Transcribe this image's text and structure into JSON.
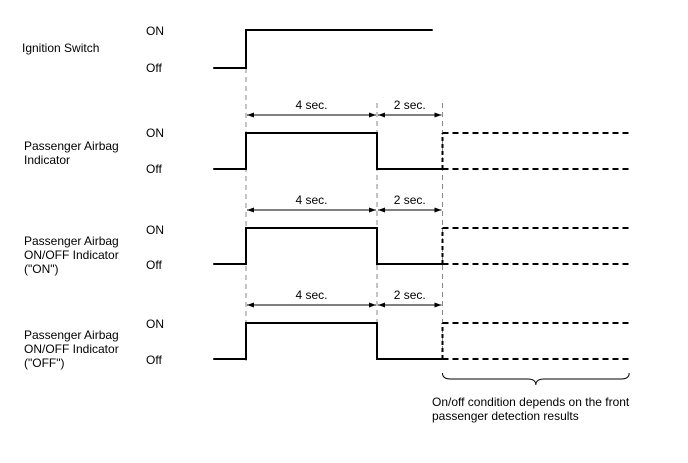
{
  "signals": [
    {
      "id": "ignition",
      "label_lines": [
        "Ignition Switch"
      ],
      "on_label": "ON",
      "off_label": "Off",
      "segments": [
        {
          "state": "off",
          "t0": -1.0,
          "t1": 0
        },
        {
          "state": "on",
          "t0": 0,
          "t1": 5.7
        }
      ],
      "undetermined_after": null
    },
    {
      "id": "passenger-airbag-indicator",
      "label_lines": [
        "Passenger Airbag",
        "Indicator"
      ],
      "on_label": "ON",
      "off_label": "Off",
      "segments": [
        {
          "state": "off",
          "t0": -1.0,
          "t1": 0
        },
        {
          "state": "on",
          "t0": 0,
          "t1": 4
        },
        {
          "state": "off",
          "t0": 4,
          "t1": 6
        }
      ],
      "undetermined_after": 6,
      "undetermined_end": 11.7
    },
    {
      "id": "on-off-indicator-on",
      "label_lines": [
        "Passenger Airbag",
        "ON/OFF Indicator",
        "(\"ON\")"
      ],
      "on_label": "ON",
      "off_label": "Off",
      "segments": [
        {
          "state": "off",
          "t0": -1.0,
          "t1": 0
        },
        {
          "state": "on",
          "t0": 0,
          "t1": 4
        },
        {
          "state": "off",
          "t0": 4,
          "t1": 6
        }
      ],
      "undetermined_after": 6,
      "undetermined_end": 11.7
    },
    {
      "id": "on-off-indicator-off",
      "label_lines": [
        "Passenger Airbag",
        "ON/OFF Indicator",
        "(\"OFF\")"
      ],
      "on_label": "ON",
      "off_label": "Off",
      "segments": [
        {
          "state": "off",
          "t0": -1.0,
          "t1": 0
        },
        {
          "state": "on",
          "t0": 0,
          "t1": 4
        },
        {
          "state": "off",
          "t0": 4,
          "t1": 6
        }
      ],
      "undetermined_after": 6,
      "undetermined_end": 11.7
    }
  ],
  "durations": [
    {
      "label": "4 sec.",
      "t0": 0,
      "t1": 4
    },
    {
      "label": "2 sec.",
      "t0": 4,
      "t1": 6
    }
  ],
  "brace_note_lines": [
    "On/off condition depends on the front",
    "passenger detection results"
  ],
  "colors": {
    "line": "#000000",
    "guide": "#888888"
  }
}
